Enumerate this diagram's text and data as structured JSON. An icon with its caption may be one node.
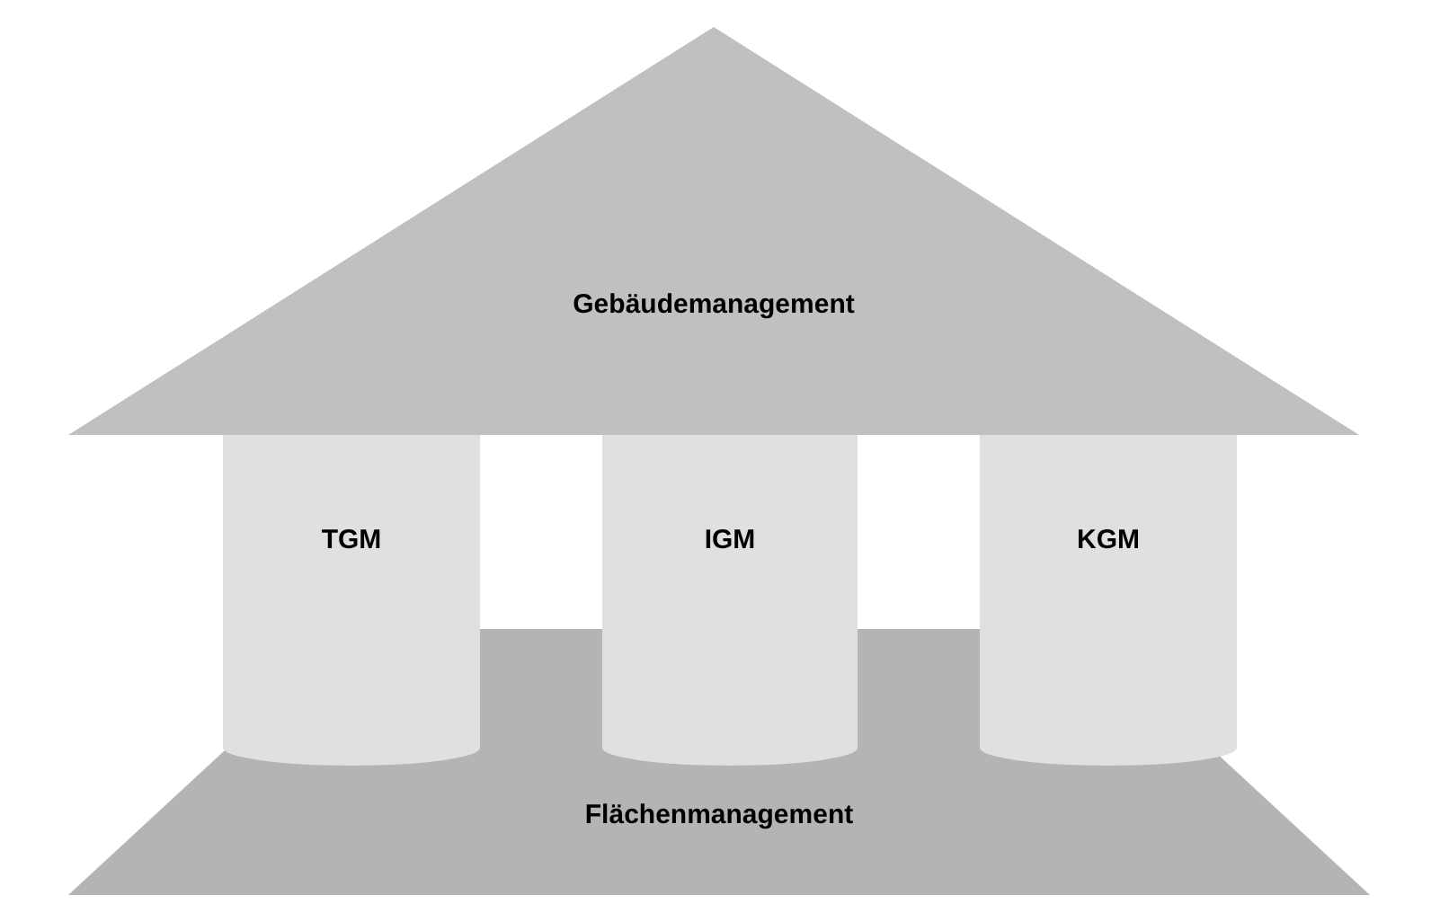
{
  "diagram": {
    "nodes": [
      {
        "text": [
          "Gebäudemanagement"
        ]
      },
      {
        "text": [
          "TGM"
        ]
      },
      {
        "text": [
          "IGM"
        ]
      },
      {
        "text": [
          "KGM"
        ]
      },
      {
        "text": [
          "Flächenmanagement"
        ]
      }
    ]
  }
}
